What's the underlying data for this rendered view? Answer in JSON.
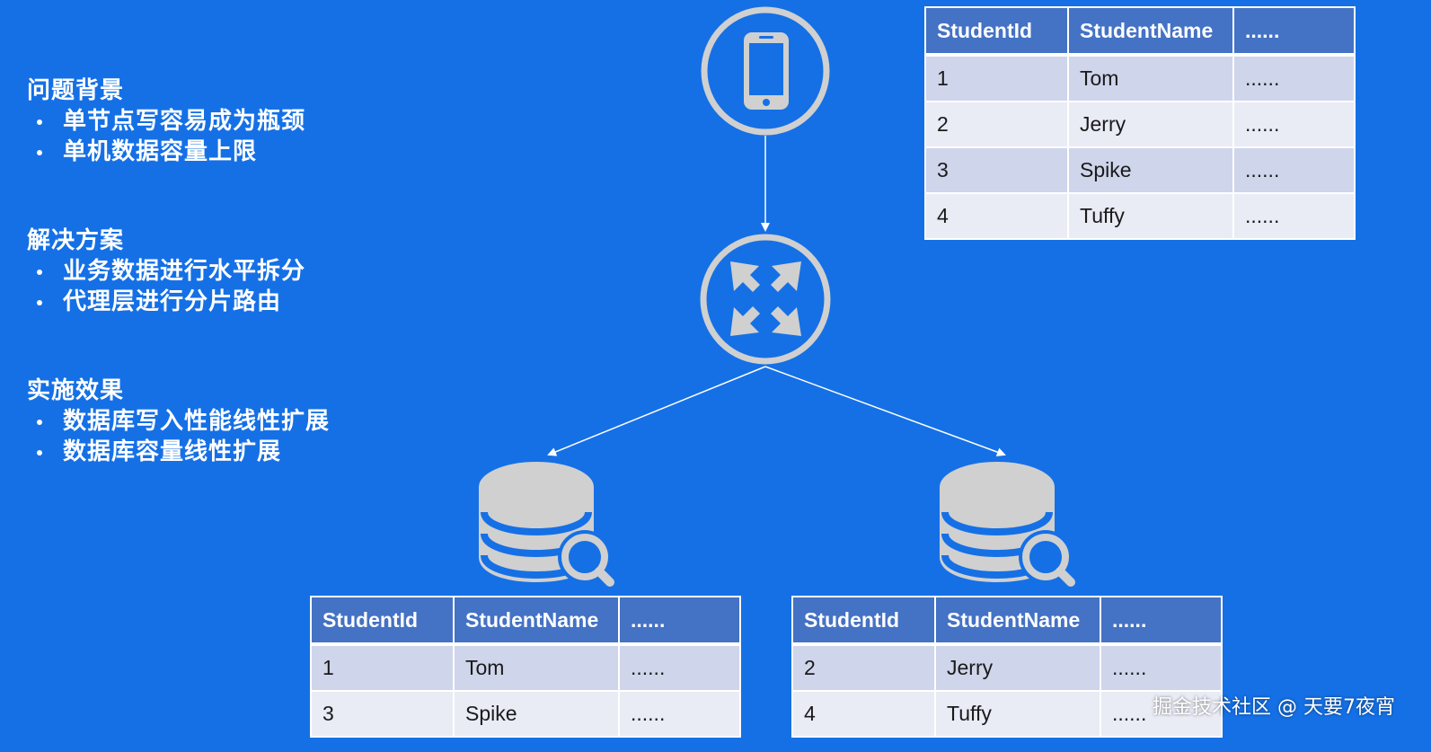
{
  "sections": [
    {
      "title": "问题背景",
      "items": [
        "单节点写容易成为瓶颈",
        "单机数据容量上限"
      ]
    },
    {
      "title": "解决方案",
      "items": [
        "业务数据进行水平拆分",
        "代理层进行分片路由"
      ]
    },
    {
      "title": "实施效果",
      "items": [
        "数据库写入性能线性扩展",
        "数据库容量线性扩展"
      ]
    }
  ],
  "tables": {
    "top": {
      "headers": [
        "StudentId",
        "StudentName",
        "......"
      ],
      "rows": [
        [
          "1",
          "Tom",
          "......"
        ],
        [
          "2",
          "Jerry",
          "......"
        ],
        [
          "3",
          "Spike",
          "......"
        ],
        [
          "4",
          "Tuffy",
          "......"
        ]
      ]
    },
    "left": {
      "headers": [
        "StudentId",
        "StudentName",
        "......"
      ],
      "rows": [
        [
          "1",
          "Tom",
          "......"
        ],
        [
          "3",
          "Spike",
          "......"
        ]
      ]
    },
    "right": {
      "headers": [
        "StudentId",
        "StudentName",
        "......"
      ],
      "rows": [
        [
          "2",
          "Jerry",
          "......"
        ],
        [
          "4",
          "Tuffy",
          "......"
        ]
      ]
    }
  },
  "icons": {
    "client": "mobile-phone-icon",
    "proxy": "router-arrows-icon",
    "db_left": "database-search-icon",
    "db_right": "database-search-icon"
  },
  "colors": {
    "background": "#1570e6",
    "icon": "#d0d0d0",
    "table_header": "#4472c4",
    "row_odd": "#cfd5ea",
    "row_even": "#e9ebf5"
  },
  "watermark": "掘金技术社区 @ 天要7夜宵"
}
